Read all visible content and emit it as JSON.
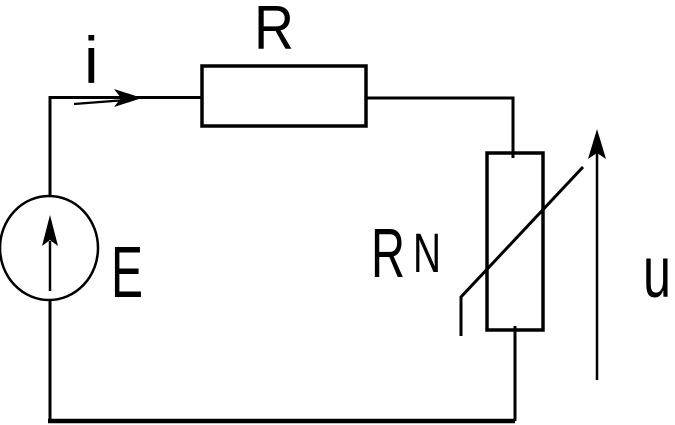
{
  "diagram": {
    "type": "circuit-schematic",
    "description": "Series circuit: source E drives current i through resistor R into nonlinear resistor RN with voltage u across it",
    "background_color": "#ffffff",
    "line_color": "#000000",
    "text_color": "#000000",
    "labels": {
      "current": "i",
      "series_resistor": "R",
      "source": "E",
      "nonlinear_resistor_base": "R",
      "nonlinear_resistor_subscript": "N",
      "voltage": "u"
    },
    "components": {
      "source": "circle with upward arrow, labeled E",
      "series_resistor": "rectangle, labeled R",
      "nonlinear_resistor": "rectangle crossed by bent diagonal line, labeled RN",
      "current_arrow": "rightward arrow on top wire, labeled i",
      "voltage_arrow": "upward arrow at right side, labeled u"
    }
  }
}
